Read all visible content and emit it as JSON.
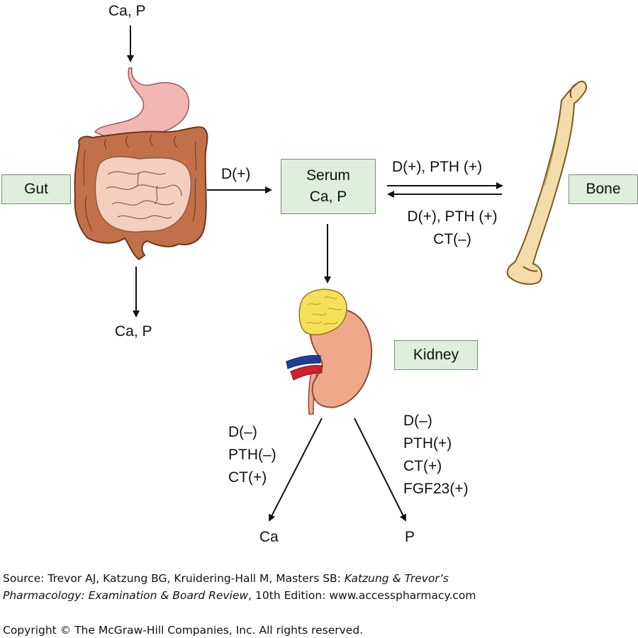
{
  "inputs": {
    "gut_in": "Ca, P",
    "gut_out": "Ca, P"
  },
  "boxes": {
    "gut": "Gut",
    "serum_line1": "Serum",
    "serum_line2": "Ca, P",
    "bone": "Bone",
    "kidney": "Kidney"
  },
  "arrows": {
    "gut_to_serum": "D(+)",
    "serum_to_bone": "D(+), PTH (+)",
    "bone_to_serum": [
      "D(+), PTH (+)",
      "CT(–)"
    ]
  },
  "kidney_outputs": {
    "ca_factors": [
      "D(–)",
      "PTH(–)",
      "CT(+)"
    ],
    "p_factors": [
      "D(–)",
      "PTH(+)",
      "CT(+)",
      "FGF23(+)"
    ],
    "ca_label": "Ca",
    "p_label": "P"
  },
  "source": {
    "prefix": "Source: Trevor AJ, Katzung BG, Kruidering-Hall M, Masters SB: ",
    "title_line1": "Katzung & Trevor’s",
    "title_line2": "Pharmacology: Examination & Board Review",
    "suffix": ", 10th Edition: www.accesspharmacy.com"
  },
  "copyright": "Copyright © The McGraw-Hill Companies, Inc. All rights reserved.",
  "colors": {
    "box_fill": "#dfeedd",
    "box_border": "#7a8c78",
    "colon": "#c2704a",
    "stomach": "#f2b7b3",
    "small_intestine": "#f4cfbf",
    "bone": "#f3dca7",
    "kidney": "#efa98a",
    "adrenal": "#f6df5a",
    "artery": "#d2202e",
    "vein": "#1d3e9a"
  }
}
